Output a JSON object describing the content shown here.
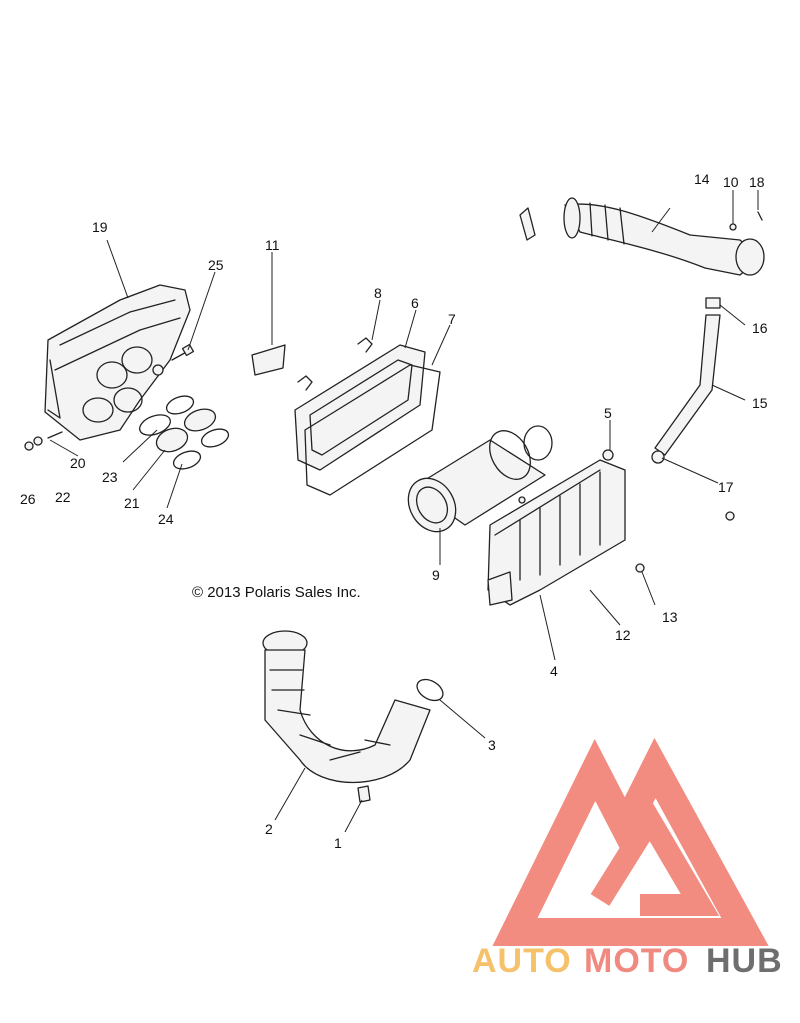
{
  "copyright": "© 2013 Polaris Sales Inc.",
  "watermark": {
    "part1": "AUTO",
    "part2": "MOTO",
    "part3": "HUB",
    "colors": {
      "part1": "#f5c26b",
      "part2": "#f08a80",
      "part3": "#6e6e6e",
      "logo": "#f28c80"
    }
  },
  "callouts": {
    "c1": "1",
    "c2": "2",
    "c3": "3",
    "c4": "4",
    "c5": "5",
    "c6": "6",
    "c7": "7",
    "c8": "8",
    "c9": "9",
    "c10": "10",
    "c11": "11",
    "c12": "12",
    "c13": "13",
    "c14": "14",
    "c15": "15",
    "c16": "16",
    "c17": "17",
    "c18": "18",
    "c19": "19",
    "c20": "20",
    "c21": "21",
    "c22": "22",
    "c23": "23",
    "c24": "24",
    "c25": "25",
    "c26": "26"
  }
}
